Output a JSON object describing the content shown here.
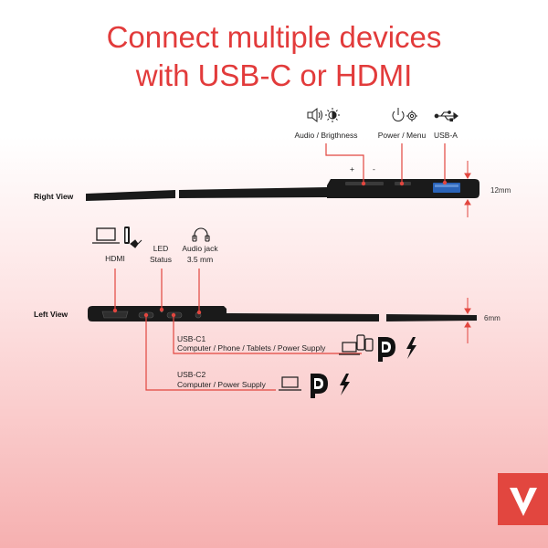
{
  "title": {
    "line1": "Connect multiple devices",
    "line2": "with USB-C or HDMI"
  },
  "right_view": {
    "label": "Right View",
    "audio_brightness": "Audio / Brigthness",
    "power_menu": "Power / Menu",
    "usb_a": "USB-A",
    "plus": "+",
    "minus": "-",
    "thickness": "12mm"
  },
  "left_view": {
    "label": "Left View",
    "hdmi": "HDMI",
    "led_line1": "LED",
    "led_line2": "Status",
    "audio_line1": "Audio jack",
    "audio_line2": "3.5 mm",
    "thickness": "6mm",
    "usb_c1_title": "USB-C1",
    "usb_c1_desc": "Computer / Phone / Tablets / Power Supply",
    "usb_c2_title": "USB-C2",
    "usb_c2_desc": "Computer / Power Supply"
  },
  "colors": {
    "accent": "#e2463f",
    "device": "#1a1a1a",
    "title": "#e23b3b"
  },
  "icons": [
    "speaker-icon",
    "brightness-icon",
    "power-icon",
    "gear-icon",
    "usb-icon",
    "laptop-icon",
    "console-icon",
    "headphones-icon",
    "phone-icon",
    "tablet-icon",
    "displayport-icon",
    "lightning-icon",
    "brand-logo"
  ]
}
